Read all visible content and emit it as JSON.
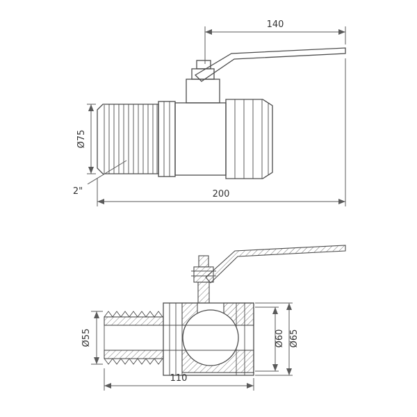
{
  "page": {
    "background": "#ffffff",
    "line_color": "#4a4a4a",
    "dimension_color": "#5a5a5a",
    "text_color": "#333333"
  },
  "top_view": {
    "dim_handle_length": "140",
    "dim_overall_length": "200",
    "dim_outer_diameter": "Ø75",
    "thread_size_label": "2\""
  },
  "section_view": {
    "dim_thread_diameter": "Ø55",
    "dim_inner_diameter": "Ø60",
    "dim_nut_diameter": "Ø65",
    "dim_body_length": "110"
  }
}
